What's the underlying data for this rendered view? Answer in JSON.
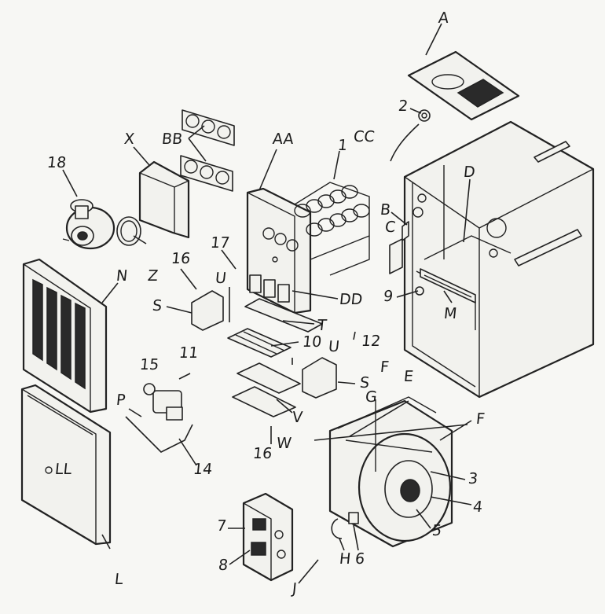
{
  "labels": {
    "A": "A",
    "n2": "2",
    "CC": "CC",
    "BB": "BB",
    "X": "X",
    "n18": "18",
    "AA": "AA",
    "n1": "1",
    "D": "D",
    "B": "B",
    "C": "C",
    "Z": "Z",
    "n16a": "16",
    "n17": "17",
    "U1": "U",
    "S1": "S",
    "N": "N",
    "DD": "DD",
    "n9": "9",
    "M": "M",
    "T": "T",
    "n10": "10",
    "U2": "U",
    "n12": "12",
    "n11": "11",
    "n15": "15",
    "S2": "S",
    "F1": "F",
    "E": "E",
    "G": "G",
    "P": "P",
    "V": "V",
    "F2": "F",
    "W": "W",
    "n16b": "16",
    "n14": "14",
    "LL": "LL",
    "n3": "3",
    "n4": "4",
    "n5": "5",
    "n7": "7",
    "n8": "8",
    "J": "J",
    "H": "H",
    "n6": "6",
    "L": "L"
  }
}
